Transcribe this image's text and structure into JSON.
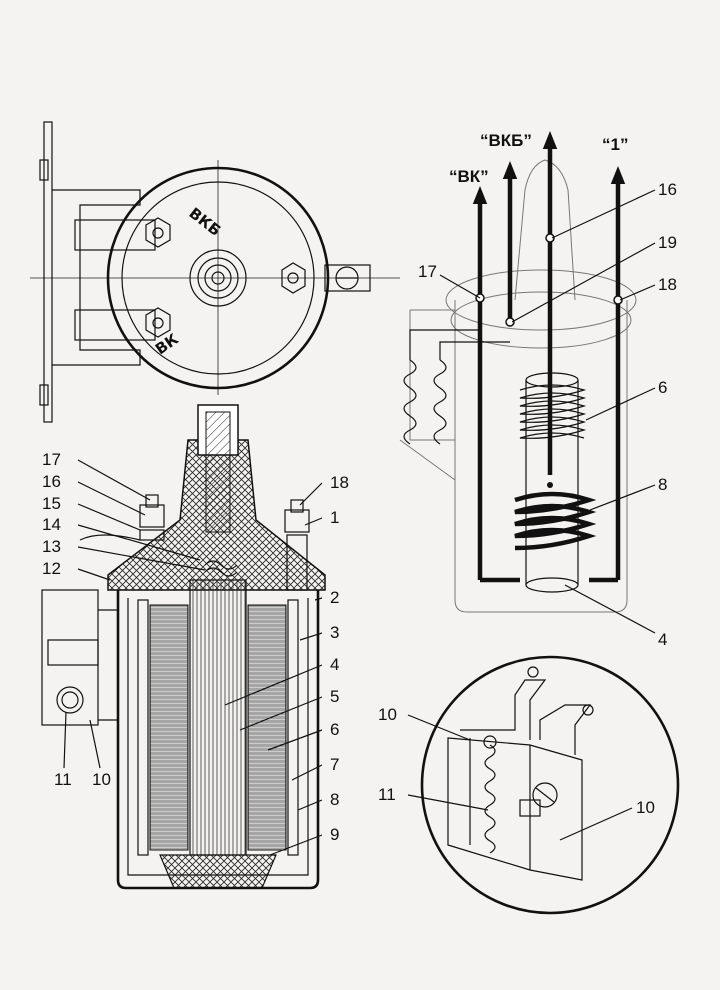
{
  "top_view": {
    "stamp_vkb": "ВКБ",
    "stamp_vk": "ВК"
  },
  "callouts": {
    "section_left": [
      "17",
      "16",
      "15",
      "14",
      "13",
      "12"
    ],
    "section_right": [
      "18",
      "1",
      "2",
      "3",
      "4",
      "5",
      "6",
      "7",
      "8",
      "9"
    ],
    "section_bottom": [
      "11",
      "10"
    ],
    "schematic": [
      "16",
      "19",
      "17",
      "18",
      "6",
      "8",
      "4"
    ],
    "detail": [
      "10",
      "11",
      "10"
    ]
  },
  "terminals": {
    "vk": "“ВК”",
    "vkb": "“ВКБ”",
    "one": "“1”"
  },
  "colors": {
    "paper": "#f4f3f1",
    "ink": "#111111"
  }
}
